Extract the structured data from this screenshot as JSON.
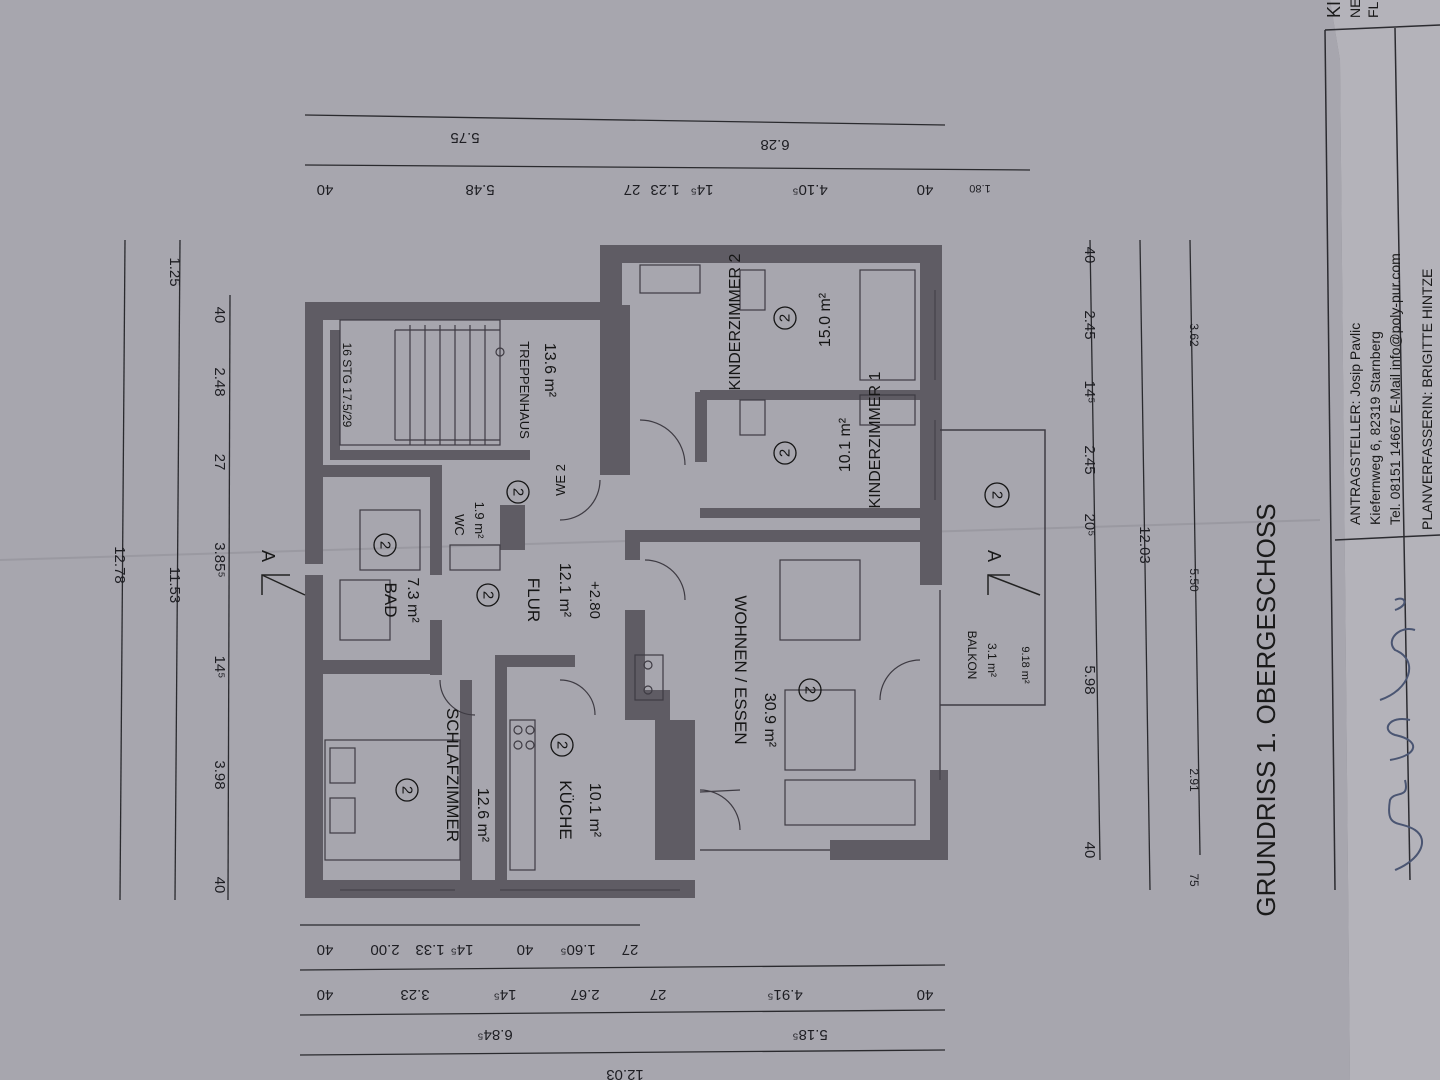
{
  "title": "GRUNDRISS 1. OBERGESCHOSS",
  "rooms": {
    "bad": {
      "name": "BAD",
      "area": "7.3 m²",
      "num": "2"
    },
    "wc": {
      "name": "WC",
      "area": "1.9 m²",
      "num": "2"
    },
    "we": {
      "label": "WE 2"
    },
    "treppenhaus": {
      "name": "TREPPENHAUS",
      "area": "13.6 m²"
    },
    "stair": {
      "label": "16 STG 17.5/29"
    },
    "flur": {
      "name": "FLUR",
      "area": "12.1 m²",
      "level": "+2.80",
      "num": "2"
    },
    "schlafzimmer": {
      "name": "SCHLAFZIMMER",
      "area": "12.6 m²",
      "num": "2"
    },
    "kueche": {
      "name": "KÜCHE",
      "area": "10.1 m²",
      "num": "2"
    },
    "wohnen": {
      "name": "WOHNEN / ESSEN",
      "area": "30.9 m²",
      "num": "2"
    },
    "kinder1": {
      "name": "KINDERZIMMER 1",
      "area": "10.1 m²",
      "num": "2"
    },
    "kinder2": {
      "name": "KINDERZIMMER 2",
      "area": "15.0 m²",
      "num": "2"
    },
    "balkon": {
      "name": "BALKON",
      "area": "3.1 m²",
      "sub": "9.18 m²",
      "num": "2"
    }
  },
  "section_marker": "A",
  "dims": {
    "top_total": "12.78",
    "top_row2": [
      "11.53",
      "1.25"
    ],
    "top_row3": [
      "40",
      "3.98",
      "14⁵",
      "3.85⁵",
      "27",
      "2.48",
      "40"
    ],
    "bottom_row1": [
      "40",
      "5.98",
      "20⁵",
      "2.45",
      "14⁵",
      "2.45",
      "40"
    ],
    "bottom_row1_total": "12.03",
    "bottom_row2": [
      "75",
      "2.91",
      "5.50",
      "3.62"
    ],
    "left_row1": [
      "40",
      "2.00",
      "1.33",
      "14⁵",
      "40",
      "1.60⁵",
      "27"
    ],
    "left_row2": [
      "40",
      "3.23",
      "14⁵",
      "2.67",
      "27",
      "4.91⁵",
      "40"
    ],
    "left_row3": [
      "6.84⁵",
      "5.18⁵"
    ],
    "left_total": "12.03",
    "right_row1": [
      "40",
      "5.48",
      "27",
      "1.23",
      "14⁵",
      "4.10⁵",
      "40",
      "1.80"
    ],
    "right_row2": [
      "5.75",
      "6.28"
    ]
  },
  "applicant": {
    "label": "ANTRAGSTELLER: Josip Pavlic",
    "street": "Kiefernweg 6, 82319 Starnberg",
    "contact": "Tel. 08151 14667  E-Mail  info@poly-pur.com"
  },
  "planner_partial": "PLANVERFASSERIN: BRIGITTE HINTZE",
  "corner_fragment": [
    "KI",
    "NE",
    "FL"
  ],
  "signature": "Josip Pavlic"
}
